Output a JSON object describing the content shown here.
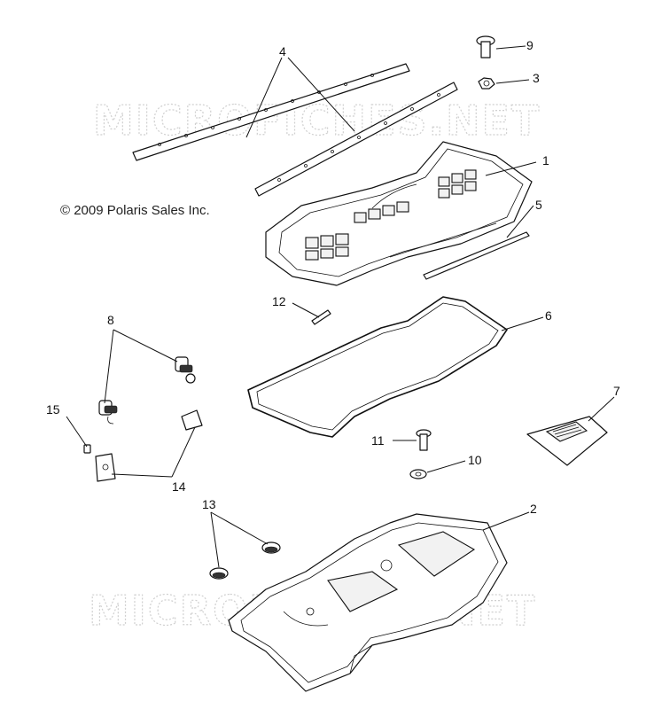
{
  "copyright": "© 2009 Polaris Sales Inc.",
  "watermark": "MICROFICHES.NET",
  "callouts": [
    {
      "id": "1",
      "label": "1"
    },
    {
      "id": "2",
      "label": "2"
    },
    {
      "id": "3",
      "label": "3"
    },
    {
      "id": "4",
      "label": "4"
    },
    {
      "id": "5",
      "label": "5"
    },
    {
      "id": "6",
      "label": "6"
    },
    {
      "id": "7",
      "label": "7"
    },
    {
      "id": "8",
      "label": "8"
    },
    {
      "id": "9",
      "label": "9"
    },
    {
      "id": "10",
      "label": "10"
    },
    {
      "id": "11",
      "label": "11"
    },
    {
      "id": "12",
      "label": "12"
    },
    {
      "id": "13",
      "label": "13"
    },
    {
      "id": "14",
      "label": "14"
    },
    {
      "id": "15",
      "label": "15"
    }
  ]
}
